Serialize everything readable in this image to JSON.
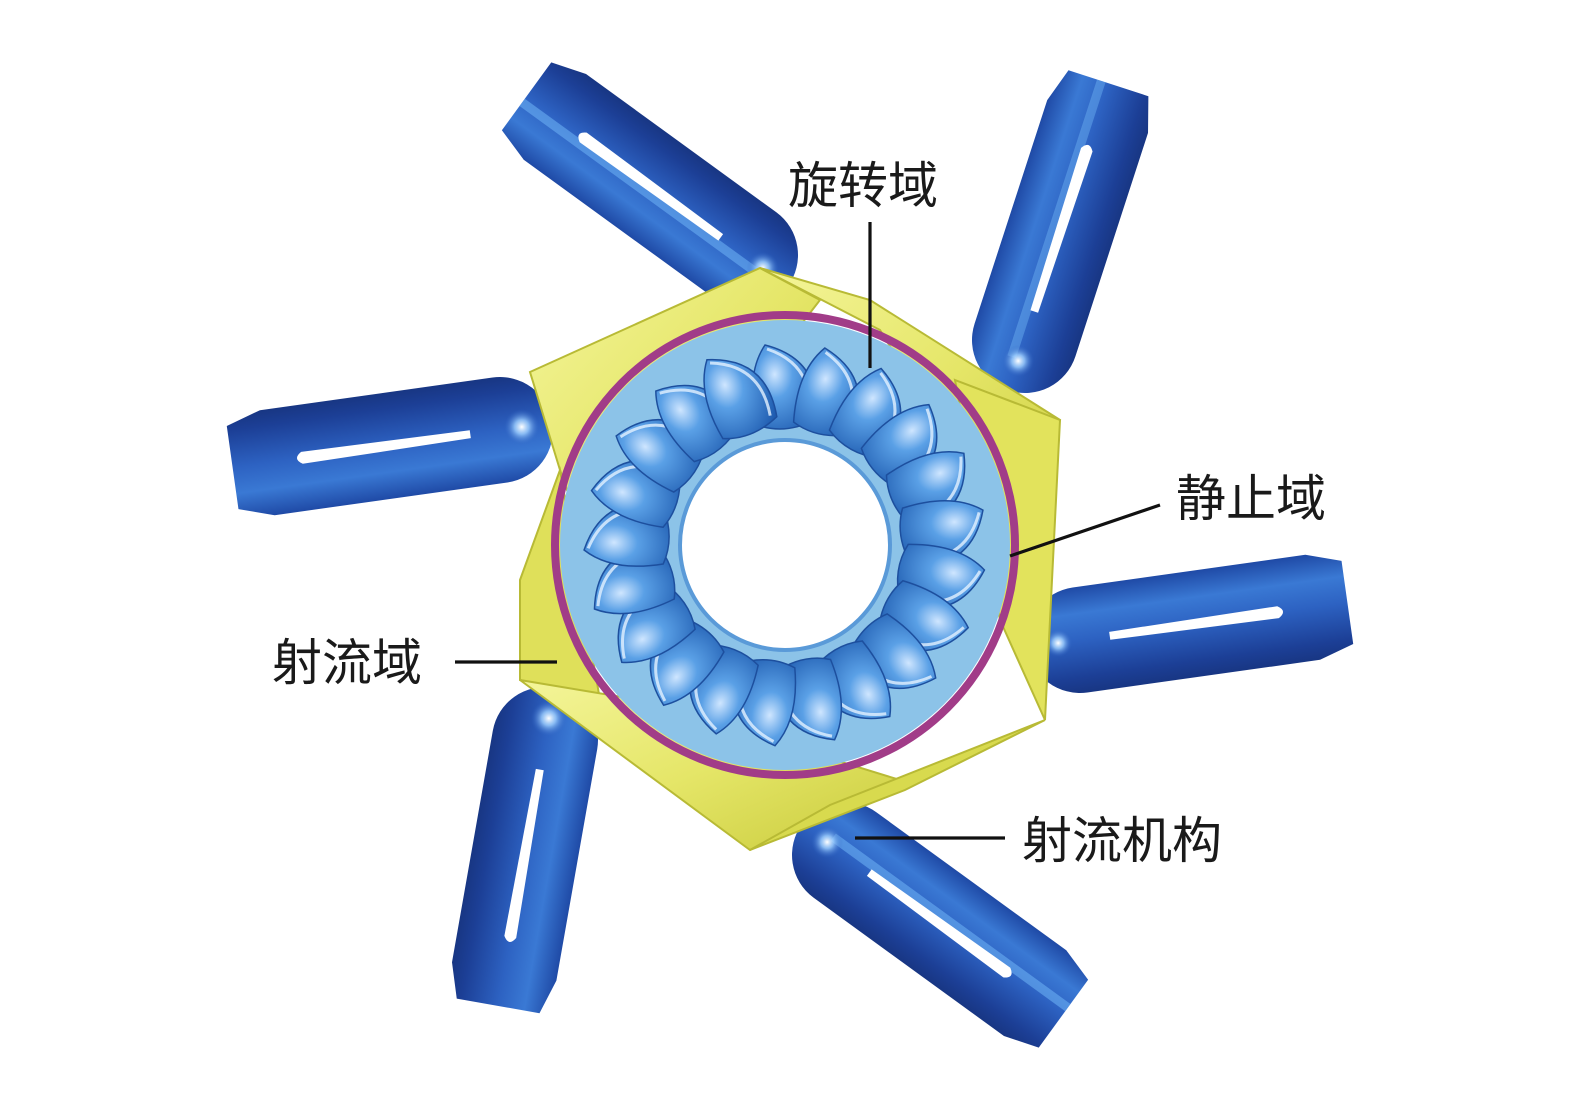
{
  "labels": {
    "rotating_domain": "旋转域",
    "stationary_domain": "静止域",
    "jet_domain": "射流域",
    "jet_mechanism": "射流机构"
  },
  "colors": {
    "nozzle": "#2d62c2",
    "jet_domain": "#e8ea70",
    "rotating_domain": "#8cc3e8",
    "interface_ring": "#a13c88",
    "bucket": "#3d87d8"
  },
  "runner": {
    "bucket_count": 21
  }
}
